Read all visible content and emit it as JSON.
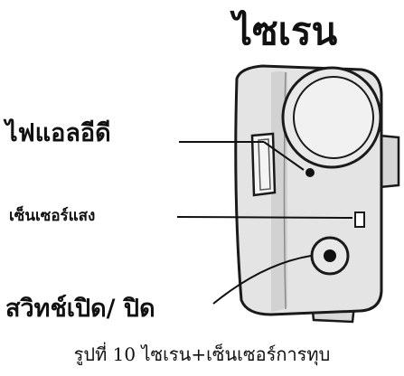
{
  "title": "ไซเรน",
  "labels": {
    "led": "ไฟแอลอีดี",
    "light_sensor": "เซ็นเซอร์แสง",
    "switch": "สวิทช์เปิด/ ปิด"
  },
  "caption": "รูปที่ 10 ไซเรน+เซ็นเซอร์การทุบ",
  "colors": {
    "body": "#e4e4e4",
    "outline": "#1a1a1a",
    "text": "#111111"
  }
}
